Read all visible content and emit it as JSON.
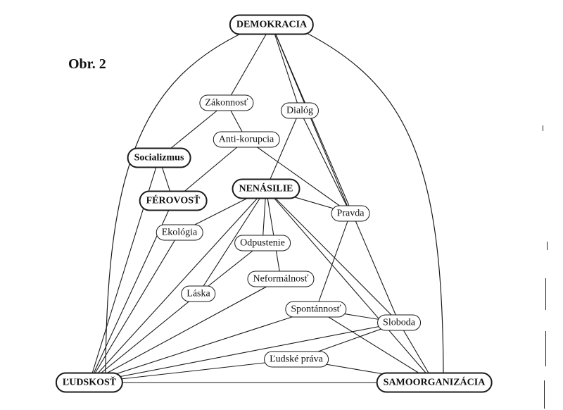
{
  "figure": {
    "label": "Obr. 2"
  },
  "nodes": {
    "demokracia": "DEMOKRACIA",
    "zakonnost": "Zákonnosť",
    "dialog": "Dialóg",
    "anti_korupcia": "Anti-korupcia",
    "socializmus": "Socializmus",
    "ferovost": "FÉROVOSŤ",
    "nenasilie": "NENÁSILIE",
    "pravda": "Pravda",
    "ekologia": "Ekológia",
    "odpustenie": "Odpustenie",
    "neformalnost": "Neformálnosť",
    "laska": "Láska",
    "spontannost": "Spontánnosť",
    "sloboda": "Sloboda",
    "ludske_prava": "Ľudské práva",
    "ludskost": "ĽUDSKOSŤ",
    "samoorganizacia": "SAMOORGANIZÁCIA"
  },
  "edges": [
    [
      "demokracia",
      "zakonnost"
    ],
    [
      "demokracia",
      "ludskost"
    ],
    [
      "demokracia",
      "dialog"
    ],
    [
      "demokracia",
      "pravda"
    ],
    [
      "demokracia",
      "sloboda"
    ],
    [
      "demokracia",
      "samoorganizacia"
    ],
    [
      "zakonnost",
      "anti_korupcia"
    ],
    [
      "zakonnost",
      "socializmus"
    ],
    [
      "anti_korupcia",
      "pravda"
    ],
    [
      "anti_korupcia",
      "ferovost"
    ],
    [
      "dialog",
      "nenasilie"
    ],
    [
      "dialog",
      "pravda"
    ],
    [
      "socializmus",
      "ferovost"
    ],
    [
      "socializmus",
      "ludskost"
    ],
    [
      "ferovost",
      "ludskost"
    ],
    [
      "nenasilie",
      "pravda"
    ],
    [
      "nenasilie",
      "ekologia"
    ],
    [
      "nenasilie",
      "odpustenie"
    ],
    [
      "nenasilie",
      "neformalnost"
    ],
    [
      "nenasilie",
      "laska"
    ],
    [
      "nenasilie",
      "ludskost"
    ],
    [
      "nenasilie",
      "sloboda"
    ],
    [
      "nenasilie",
      "samoorganizacia"
    ],
    [
      "pravda",
      "spontannost"
    ],
    [
      "ekologia",
      "ludskost"
    ],
    [
      "odpustenie",
      "laska"
    ],
    [
      "laska",
      "ludskost"
    ],
    [
      "neformalnost",
      "ludskost"
    ],
    [
      "spontannost",
      "ludskost"
    ],
    [
      "spontannost",
      "samoorganizacia"
    ],
    [
      "spontannost",
      "sloboda"
    ],
    [
      "sloboda",
      "ludskost"
    ],
    [
      "sloboda",
      "samoorganizacia"
    ],
    [
      "sloboda",
      "ludske_prava"
    ],
    [
      "ludske_prava",
      "ludskost"
    ],
    [
      "ludske_prava",
      "samoorganizacia"
    ],
    [
      "ludskost",
      "samoorganizacia"
    ]
  ]
}
